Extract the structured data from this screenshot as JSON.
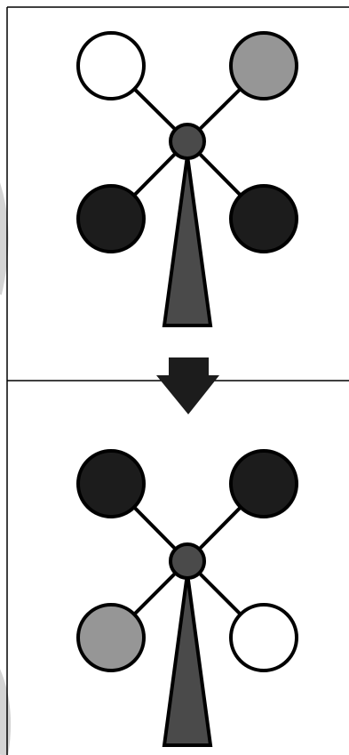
{
  "colors": {
    "background": "#ffffff",
    "outline": "#000000",
    "dark_fill": "#1c1c1c",
    "gray_fill": "#969696",
    "white_fill": "#ffffff",
    "hub_fill": "#4a4a4a",
    "pole_fill": "#4a4a4a",
    "arrow_fill": "#1c1c1c",
    "watermark": "#d4d4d4"
  },
  "panels": [
    {
      "id": "before",
      "balls": {
        "top_left": "white",
        "top_right": "gray",
        "bottom_left": "dark",
        "bottom_right": "dark"
      }
    },
    {
      "id": "after",
      "balls": {
        "top_left": "dark",
        "top_right": "dark",
        "bottom_left": "gray",
        "bottom_right": "white"
      }
    }
  ],
  "transition": {
    "icon": "arrow-down-icon"
  }
}
